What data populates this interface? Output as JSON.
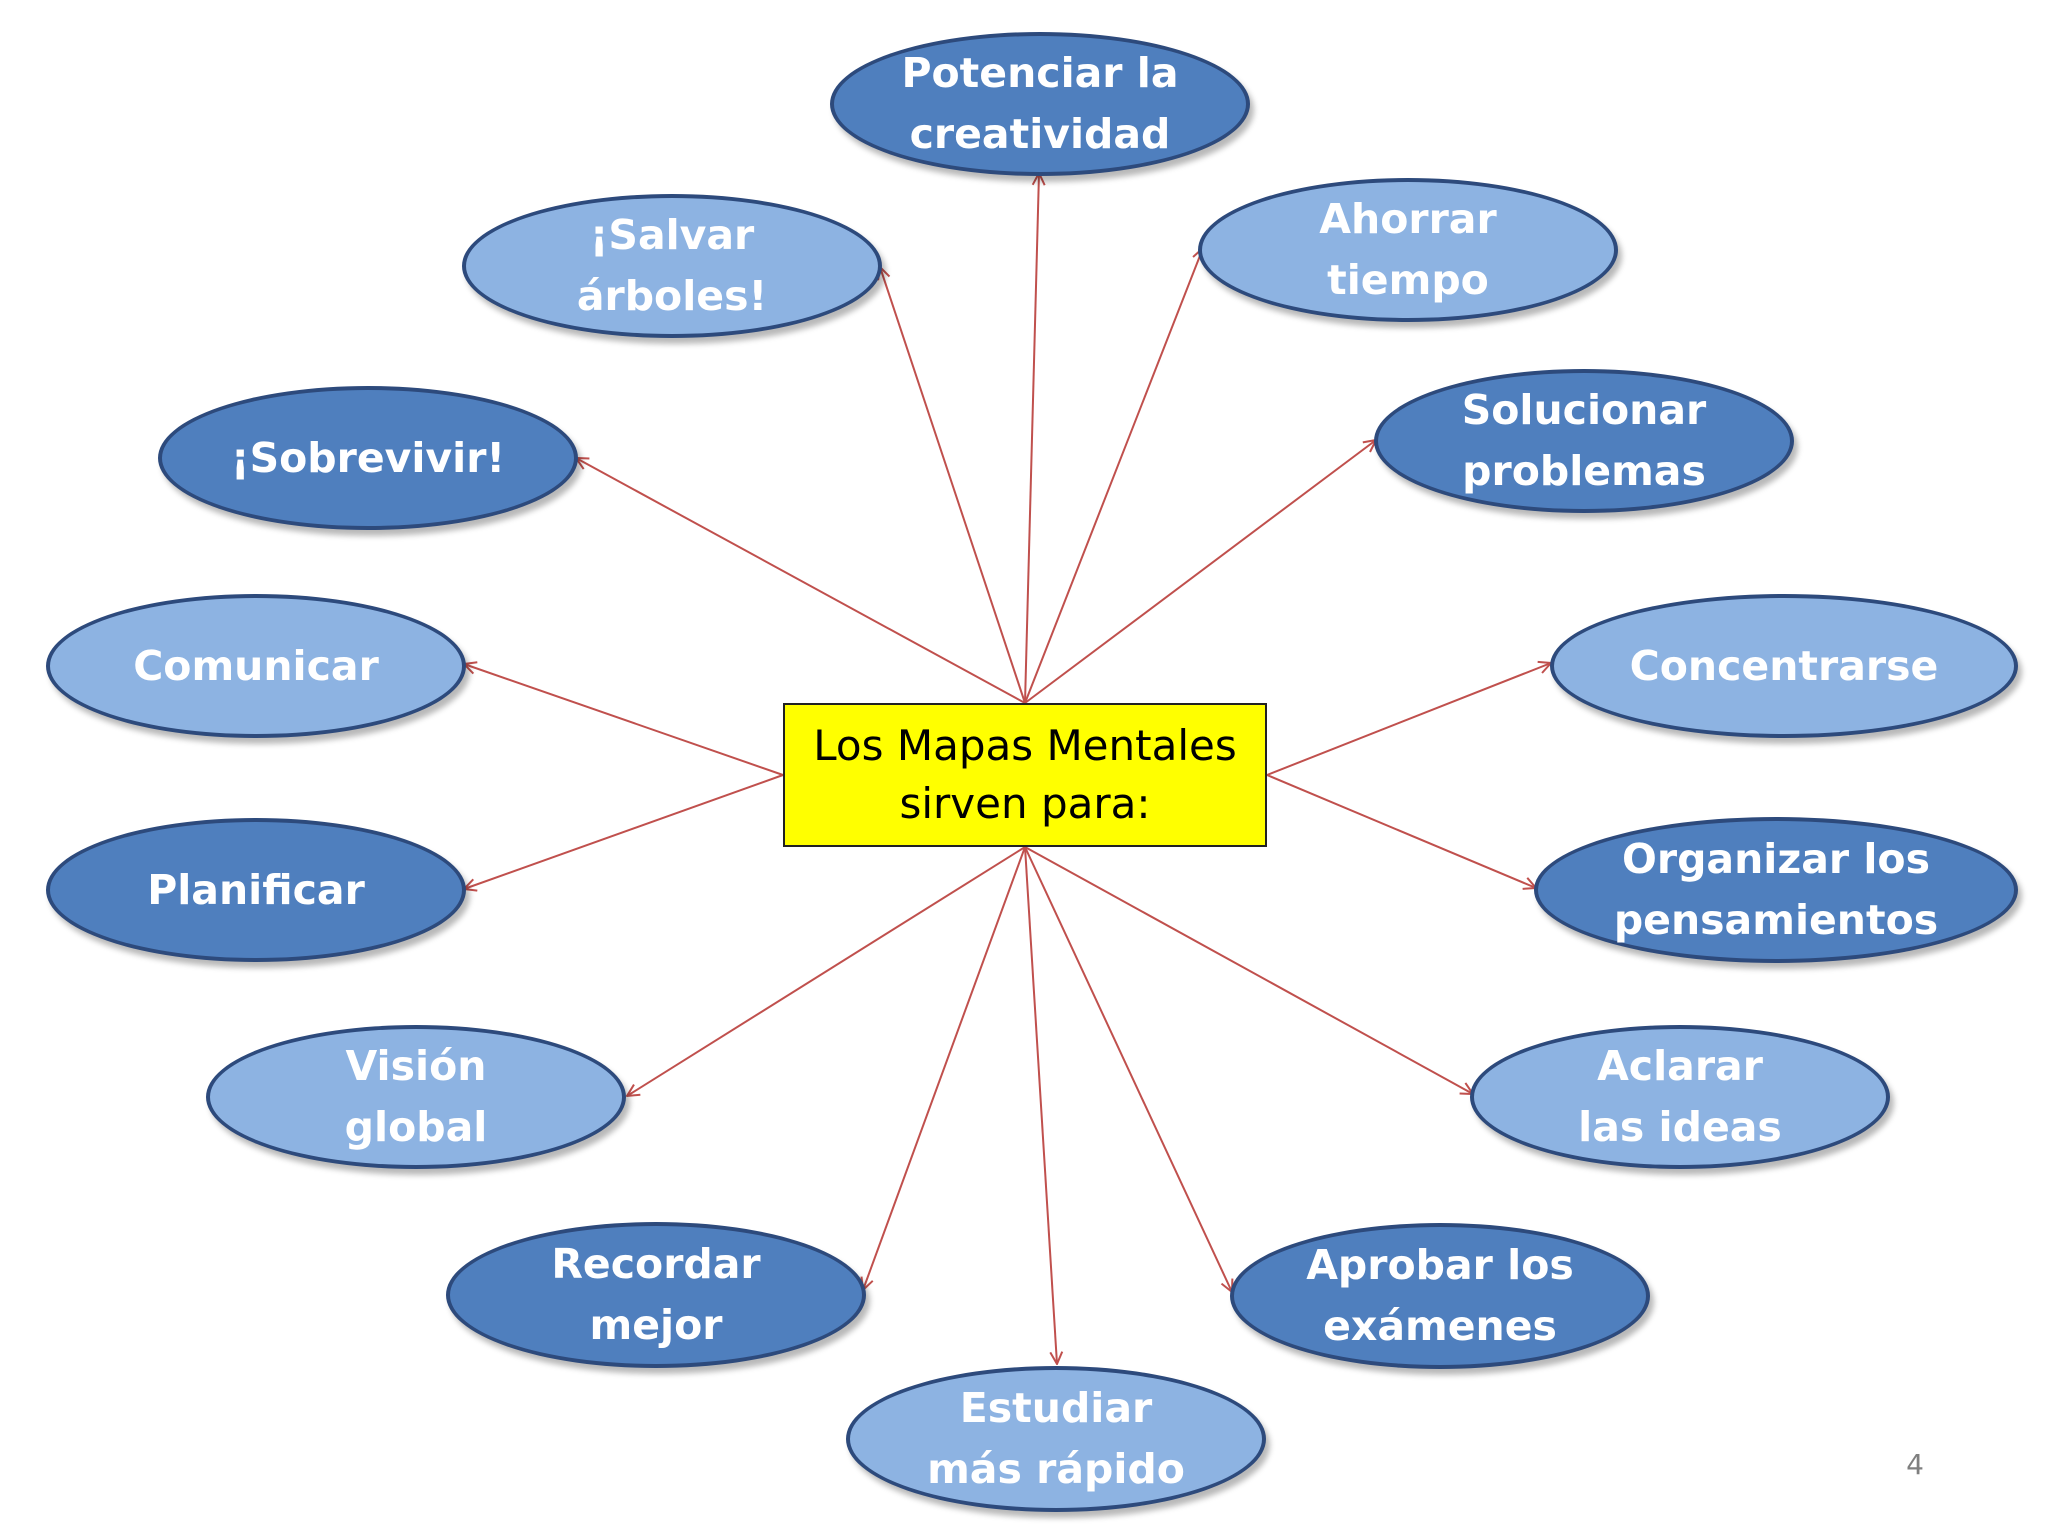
{
  "center": {
    "line1": "Los Mapas Mentales",
    "line2": "sirven para:"
  },
  "nodes": [
    {
      "id": "potenciar-creatividad",
      "lines": [
        "Potenciar la",
        "creatividad"
      ],
      "color": "#4f7fbe"
    },
    {
      "id": "ahorrar-tiempo",
      "lines": [
        "Ahorrar",
        "tiempo"
      ],
      "color": "#8db3e2"
    },
    {
      "id": "solucionar-problemas",
      "lines": [
        "Solucionar",
        "problemas"
      ],
      "color": "#4f7fbe"
    },
    {
      "id": "concentrarse",
      "lines": [
        "Concentrarse",
        ""
      ],
      "color": "#8db3e2"
    },
    {
      "id": "organizar-pensamientos",
      "lines": [
        "Organizar los",
        "pensamientos"
      ],
      "color": "#4f7fbe"
    },
    {
      "id": "aclarar-ideas",
      "lines": [
        "Aclarar",
        "las ideas"
      ],
      "color": "#8db3e2"
    },
    {
      "id": "aprobar-examenes",
      "lines": [
        "Aprobar los",
        "exámenes"
      ],
      "color": "#4f7fbe"
    },
    {
      "id": "estudiar-rapido",
      "lines": [
        "Estudiar",
        "más rápido"
      ],
      "color": "#8db3e2"
    },
    {
      "id": "recordar-mejor",
      "lines": [
        "Recordar",
        "mejor"
      ],
      "color": "#4f7fbe"
    },
    {
      "id": "vision-global",
      "lines": [
        "Visión",
        "global"
      ],
      "color": "#8db3e2"
    },
    {
      "id": "planificar",
      "lines": [
        "Planificar",
        ""
      ],
      "color": "#4f7fbe"
    },
    {
      "id": "comunicar",
      "lines": [
        "Comunicar",
        ""
      ],
      "color": "#8db3e2"
    },
    {
      "id": "sobrevivir",
      "lines": [
        "¡Sobrevivir!",
        ""
      ],
      "color": "#4f7fbe"
    },
    {
      "id": "salvar-arboles",
      "lines": [
        "¡Salvar",
        "árboles!"
      ],
      "color": "#8db3e2"
    }
  ],
  "colors": {
    "center_fill": "#ffff00",
    "arrow": "#c0504d",
    "dark_node": "#4f7fbe",
    "light_node": "#8db3e2"
  },
  "page_number": "4"
}
